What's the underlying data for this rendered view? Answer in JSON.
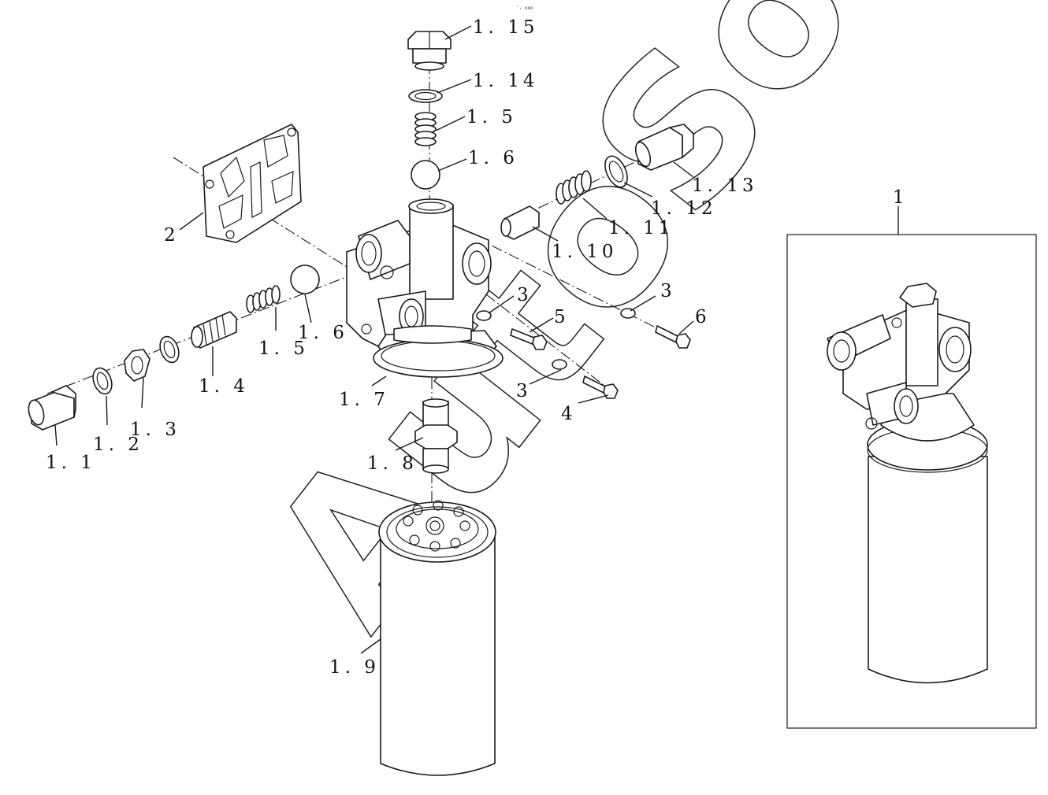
{
  "header_code": "″ᵢ ooo",
  "watermark": "AutoSoft",
  "callouts": [
    {
      "id": "c-1-15",
      "text": "1. 15"
    },
    {
      "id": "c-1-14",
      "text": "1. 14"
    },
    {
      "id": "c-1-5-top",
      "text": "1. 5"
    },
    {
      "id": "c-1-6-top",
      "text": "1. 6"
    },
    {
      "id": "c-1-13",
      "text": "1. 13"
    },
    {
      "id": "c-1-12",
      "text": "1. 12"
    },
    {
      "id": "c-1-11",
      "text": "1. 11"
    },
    {
      "id": "c-1-10",
      "text": "1. 10"
    },
    {
      "id": "c-2",
      "text": "2"
    },
    {
      "id": "c-1-6-left",
      "text": "1. 6"
    },
    {
      "id": "c-1-5-left",
      "text": "1. 5"
    },
    {
      "id": "c-1-4",
      "text": "1. 4"
    },
    {
      "id": "c-1-3",
      "text": "1. 3"
    },
    {
      "id": "c-1-2",
      "text": "1. 2"
    },
    {
      "id": "c-1-1",
      "text": "1. 1"
    },
    {
      "id": "c-1-7",
      "text": "1. 7"
    },
    {
      "id": "c-1-8",
      "text": "1. 8"
    },
    {
      "id": "c-1-9",
      "text": "1. 9"
    },
    {
      "id": "c-3-a",
      "text": "3"
    },
    {
      "id": "c-3-b",
      "text": "3"
    },
    {
      "id": "c-3-c",
      "text": "3"
    },
    {
      "id": "c-5",
      "text": "5"
    },
    {
      "id": "c-6",
      "text": "6"
    },
    {
      "id": "c-4",
      "text": "4"
    },
    {
      "id": "c-1",
      "text": "1"
    }
  ]
}
